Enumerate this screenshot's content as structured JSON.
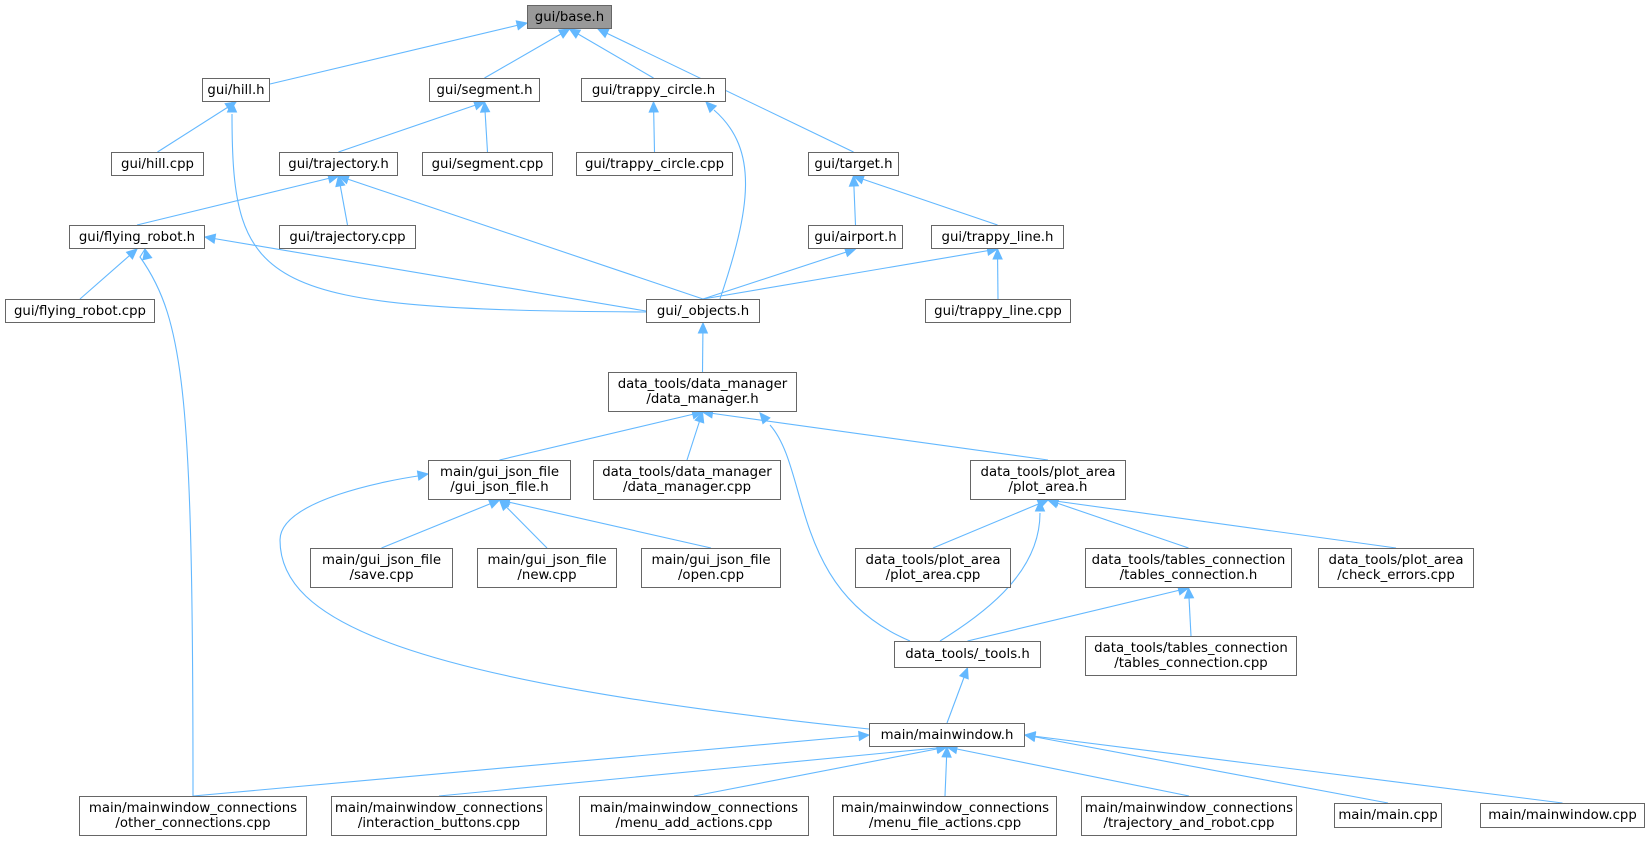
{
  "nodes": [
    {
      "id": "base_h",
      "lines": [
        "gui/base.h"
      ],
      "root": true
    },
    {
      "id": "hill_h",
      "lines": [
        "gui/hill.h"
      ]
    },
    {
      "id": "segment_h",
      "lines": [
        "gui/segment.h"
      ]
    },
    {
      "id": "trappy_circle_h",
      "lines": [
        "gui/trappy_circle.h"
      ]
    },
    {
      "id": "target_h",
      "lines": [
        "gui/target.h"
      ]
    },
    {
      "id": "hill_cpp",
      "lines": [
        "gui/hill.cpp"
      ]
    },
    {
      "id": "trajectory_h",
      "lines": [
        "gui/trajectory.h"
      ]
    },
    {
      "id": "segment_cpp",
      "lines": [
        "gui/segment.cpp"
      ]
    },
    {
      "id": "trappy_circle_cpp",
      "lines": [
        "gui/trappy_circle.cpp"
      ]
    },
    {
      "id": "airport_h",
      "lines": [
        "gui/airport.h"
      ]
    },
    {
      "id": "trappy_line_h",
      "lines": [
        "gui/trappy_line.h"
      ]
    },
    {
      "id": "flying_robot_h",
      "lines": [
        "gui/flying_robot.h"
      ]
    },
    {
      "id": "trajectory_cpp",
      "lines": [
        "gui/trajectory.cpp"
      ]
    },
    {
      "id": "flying_robot_cpp",
      "lines": [
        "gui/flying_robot.cpp"
      ]
    },
    {
      "id": "objects_h",
      "lines": [
        "gui/_objects.h"
      ]
    },
    {
      "id": "trappy_line_cpp",
      "lines": [
        "gui/trappy_line.cpp"
      ]
    },
    {
      "id": "data_manager_h",
      "lines": [
        "data_tools/data_manager",
        "/data_manager.h"
      ]
    },
    {
      "id": "gui_json_file_h",
      "lines": [
        "main/gui_json_file",
        "/gui_json_file.h"
      ]
    },
    {
      "id": "data_manager_cpp",
      "lines": [
        "data_tools/data_manager",
        "/data_manager.cpp"
      ]
    },
    {
      "id": "plot_area_h",
      "lines": [
        "data_tools/plot_area",
        "/plot_area.h"
      ]
    },
    {
      "id": "save_cpp",
      "lines": [
        "main/gui_json_file",
        "/save.cpp"
      ]
    },
    {
      "id": "new_cpp",
      "lines": [
        "main/gui_json_file",
        "/new.cpp"
      ]
    },
    {
      "id": "open_cpp",
      "lines": [
        "main/gui_json_file",
        "/open.cpp"
      ]
    },
    {
      "id": "plot_area_cpp",
      "lines": [
        "data_tools/plot_area",
        "/plot_area.cpp"
      ]
    },
    {
      "id": "tables_connection_h",
      "lines": [
        "data_tools/tables_connection",
        "/tables_connection.h"
      ]
    },
    {
      "id": "check_errors_cpp",
      "lines": [
        "data_tools/plot_area",
        "/check_errors.cpp"
      ]
    },
    {
      "id": "tools_h",
      "lines": [
        "data_tools/_tools.h"
      ]
    },
    {
      "id": "tables_connection_cpp",
      "lines": [
        "data_tools/tables_connection",
        "/tables_connection.cpp"
      ]
    },
    {
      "id": "mainwindow_h",
      "lines": [
        "main/mainwindow.h"
      ]
    },
    {
      "id": "other_connections_cpp",
      "lines": [
        "main/mainwindow_connections",
        "/other_connections.cpp"
      ]
    },
    {
      "id": "interaction_buttons_cpp",
      "lines": [
        "main/mainwindow_connections",
        "/interaction_buttons.cpp"
      ]
    },
    {
      "id": "menu_add_actions_cpp",
      "lines": [
        "main/mainwindow_connections",
        "/menu_add_actions.cpp"
      ]
    },
    {
      "id": "menu_file_actions_cpp",
      "lines": [
        "main/mainwindow_connections",
        "/menu_file_actions.cpp"
      ]
    },
    {
      "id": "trajectory_and_robot_cpp",
      "lines": [
        "main/mainwindow_connections",
        "/trajectory_and_robot.cpp"
      ]
    },
    {
      "id": "main_cpp",
      "lines": [
        "main/main.cpp"
      ]
    },
    {
      "id": "mainwindow_cpp",
      "lines": [
        "main/mainwindow.cpp"
      ]
    }
  ],
  "edges": [
    [
      "hill_h",
      "base_h"
    ],
    [
      "segment_h",
      "base_h"
    ],
    [
      "trappy_circle_h",
      "base_h"
    ],
    [
      "target_h",
      "base_h"
    ],
    [
      "hill_cpp",
      "hill_h"
    ],
    [
      "objects_h",
      "hill_h"
    ],
    [
      "trajectory_h",
      "segment_h"
    ],
    [
      "segment_cpp",
      "segment_h"
    ],
    [
      "trappy_circle_cpp",
      "trappy_circle_h"
    ],
    [
      "objects_h",
      "trappy_circle_h"
    ],
    [
      "airport_h",
      "target_h"
    ],
    [
      "trappy_line_h",
      "target_h"
    ],
    [
      "flying_robot_h",
      "trajectory_h"
    ],
    [
      "trajectory_cpp",
      "trajectory_h"
    ],
    [
      "objects_h",
      "trajectory_h"
    ],
    [
      "objects_h",
      "airport_h"
    ],
    [
      "objects_h",
      "trappy_line_h"
    ],
    [
      "trappy_line_cpp",
      "trappy_line_h"
    ],
    [
      "flying_robot_cpp",
      "flying_robot_h"
    ],
    [
      "objects_h",
      "flying_robot_h"
    ],
    [
      "other_connections_cpp",
      "flying_robot_h"
    ],
    [
      "data_manager_h",
      "objects_h"
    ],
    [
      "gui_json_file_h",
      "data_manager_h"
    ],
    [
      "data_manager_cpp",
      "data_manager_h"
    ],
    [
      "plot_area_h",
      "data_manager_h"
    ],
    [
      "tools_h",
      "data_manager_h"
    ],
    [
      "save_cpp",
      "gui_json_file_h"
    ],
    [
      "new_cpp",
      "gui_json_file_h"
    ],
    [
      "open_cpp",
      "gui_json_file_h"
    ],
    [
      "mainwindow_h",
      "gui_json_file_h"
    ],
    [
      "plot_area_cpp",
      "plot_area_h"
    ],
    [
      "tables_connection_h",
      "plot_area_h"
    ],
    [
      "check_errors_cpp",
      "plot_area_h"
    ],
    [
      "tools_h",
      "plot_area_h"
    ],
    [
      "tools_h",
      "tables_connection_h"
    ],
    [
      "tables_connection_cpp",
      "tables_connection_h"
    ],
    [
      "mainwindow_h",
      "tools_h"
    ],
    [
      "other_connections_cpp",
      "mainwindow_h"
    ],
    [
      "interaction_buttons_cpp",
      "mainwindow_h"
    ],
    [
      "menu_add_actions_cpp",
      "mainwindow_h"
    ],
    [
      "menu_file_actions_cpp",
      "mainwindow_h"
    ],
    [
      "trajectory_and_robot_cpp",
      "mainwindow_h"
    ],
    [
      "main_cpp",
      "mainwindow_h"
    ],
    [
      "mainwindow_cpp",
      "mainwindow_h"
    ]
  ],
  "colors": {
    "edge": "#63b8ff",
    "node_border": "#666666",
    "node_fill": "#ffffff",
    "root_fill": "#999999"
  }
}
